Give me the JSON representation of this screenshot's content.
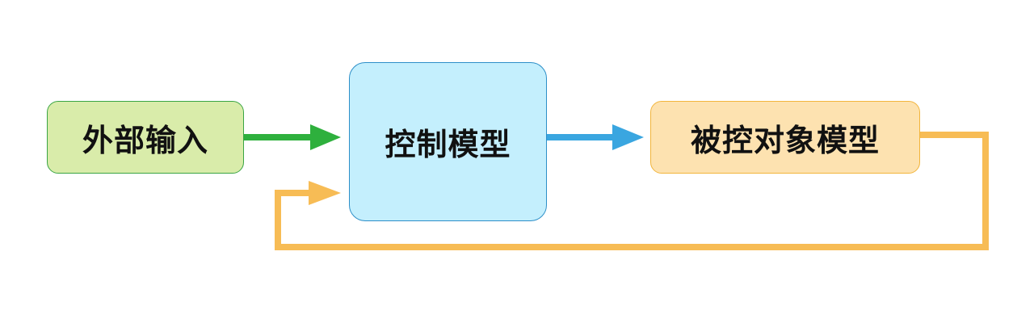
{
  "diagram": {
    "nodes": [
      {
        "id": "input",
        "label": "外部输入"
      },
      {
        "id": "controller",
        "label": "控制模型"
      },
      {
        "id": "plant",
        "label": "被控对象模型"
      }
    ],
    "edges": [
      {
        "from": "input",
        "to": "controller",
        "color": "#2eb03d"
      },
      {
        "from": "controller",
        "to": "plant",
        "color": "#3aa6e0"
      },
      {
        "from": "plant",
        "to": "controller",
        "color": "#f7bc55",
        "kind": "feedback"
      }
    ],
    "colors": {
      "input_fill": "#d9ecaa",
      "input_border": "#3aa544",
      "controller_fill": "#c4effd",
      "controller_border": "#2d8fc8",
      "plant_fill": "#fde2b0",
      "plant_border": "#f2b53c"
    }
  }
}
